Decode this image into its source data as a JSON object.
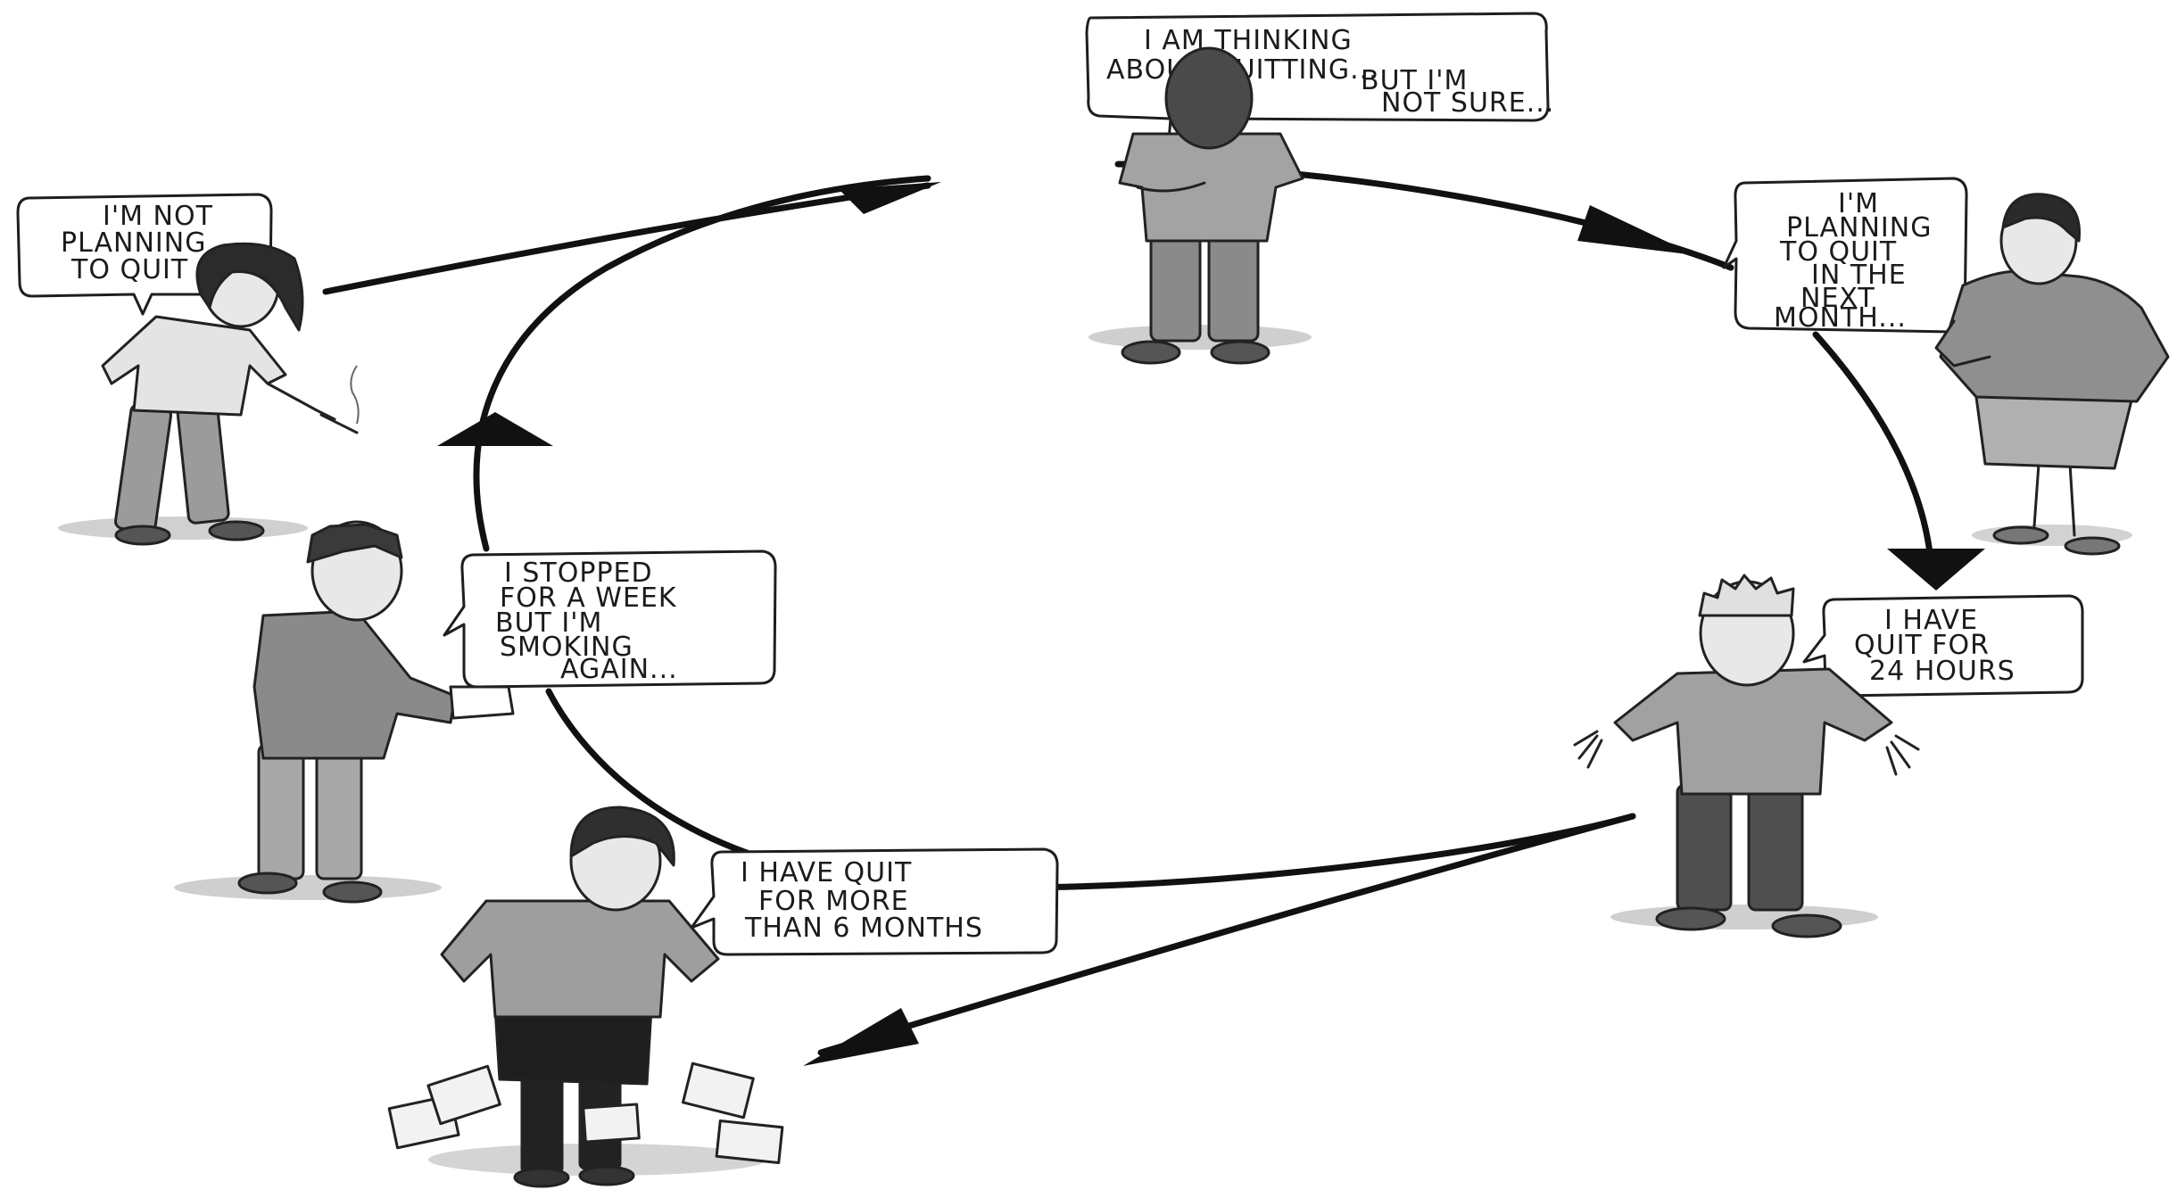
{
  "stages": [
    {
      "id": "contemplation",
      "lines": [
        "I AM THINKING",
        "ABOUT QUITTING...",
        "BUT I'M",
        "NOT SURE..."
      ]
    },
    {
      "id": "preparation",
      "lines": [
        "I'M",
        "PLANNING",
        "TO QUIT",
        "IN THE",
        "NEXT",
        "MONTH..."
      ]
    },
    {
      "id": "action",
      "lines": [
        "I HAVE",
        "QUIT FOR",
        "24 HOURS"
      ]
    },
    {
      "id": "maintenance",
      "lines": [
        "I HAVE QUIT",
        "FOR MORE",
        "THAN 6 MONTHS"
      ]
    },
    {
      "id": "relapse",
      "lines": [
        "I STOPPED",
        "FOR A WEEK",
        "BUT I'M",
        "SMOKING",
        "AGAIN..."
      ]
    },
    {
      "id": "precontemplation",
      "lines": [
        "I'M NOT",
        "PLANNING",
        "TO QUIT"
      ]
    }
  ],
  "colors": {
    "ink": "#111111",
    "shirt_grey": "#9a9a9a",
    "pants_dark": "#555555",
    "skin_light": "#e6e6e6",
    "skin_dark": "#4a4a4a",
    "hair_dark": "#2a2a2a"
  }
}
